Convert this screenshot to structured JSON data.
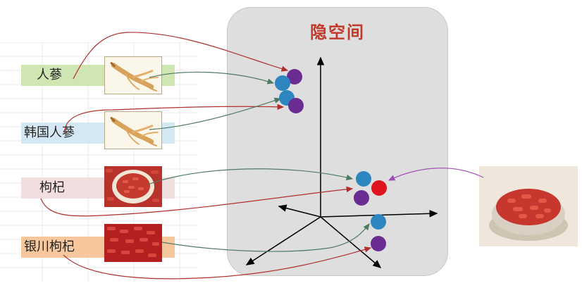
{
  "latent_space": {
    "title": "隐空间"
  },
  "items": [
    {
      "id": "ginseng",
      "label": "人蔘",
      "label_color": "#cfe6b3",
      "image": "ginseng-root",
      "dot_color": "#2e86c1",
      "dot_color_2": "#6a2c91"
    },
    {
      "id": "korean_ginseng",
      "label": "韩国人蔘",
      "label_color": "#d3e8f2",
      "image": "ginseng-root",
      "dot_color": "#2e86c1",
      "dot_color_2": "#6a2c91"
    },
    {
      "id": "goji",
      "label": "枸杞",
      "label_color": "#f1dede",
      "image": "goji-bowl",
      "dot_color": "#2e86c1",
      "dot_color_2": "#6a2c91"
    },
    {
      "id": "yinchuan_goji",
      "label": "银川枸杞",
      "label_color": "#f6c79c",
      "image": "goji-pile",
      "dot_color": "#2e86c1",
      "dot_color_2": "#6a2c91"
    }
  ],
  "query": {
    "image": "goji-bowl",
    "dot_color": "#e0141e"
  },
  "arrow_colors": {
    "text": "#b03030",
    "image": "#4f7a62",
    "query": "#a24bb2"
  }
}
